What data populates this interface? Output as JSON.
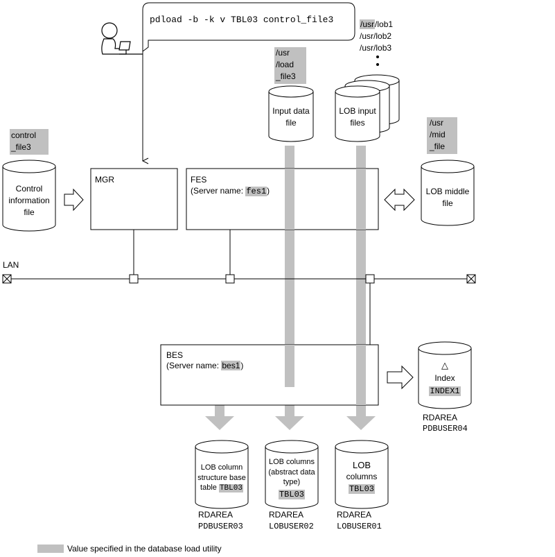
{
  "command": {
    "text": "pdload -b -k v TBL03 control_file3"
  },
  "lob_paths": {
    "items": [
      {
        "prefix": "/usr",
        "rest": "/lob1"
      },
      {
        "prefix": "/usr",
        "rest": "/lob2"
      },
      {
        "prefix": "/usr",
        "rest": "/lob3"
      }
    ]
  },
  "input_data_path": {
    "lines": [
      "/usr",
      "/load",
      "_file3"
    ]
  },
  "control_path": {
    "lines": [
      "control",
      "_file3"
    ]
  },
  "mid_path": {
    "lines": [
      "/usr",
      "/mid",
      "_file"
    ]
  },
  "cylinders": {
    "input_data": "Input data file",
    "lob_input": "LOB input files",
    "control_info": "Control information file",
    "lob_middle": "LOB middle file"
  },
  "servers": {
    "mgr": {
      "label": "MGR"
    },
    "fes": {
      "label": "FES",
      "prefix": "(Server name: ",
      "name": "fes1",
      "suffix": ")"
    },
    "bes": {
      "label": "BES",
      "prefix": "(Server name: ",
      "name": "bes1",
      "suffix": ")"
    }
  },
  "lan": {
    "label": "LAN"
  },
  "index": {
    "symbol": "△",
    "label": "Index",
    "name": "INDEX1",
    "rdarea_label": "RDAREA",
    "rdarea_name": "PDBUSER04"
  },
  "tables": [
    {
      "lines": [
        "LOB column",
        "structure base",
        "table"
      ],
      "name": "TBL03",
      "rdarea_label": "RDAREA",
      "rdarea_name": "PDBUSER03"
    },
    {
      "lines": [
        "LOB columns",
        "(abstract data",
        "type)"
      ],
      "name": "TBL03",
      "rdarea_label": "RDAREA",
      "rdarea_name": "LOBUSER02"
    },
    {
      "lines": [
        "LOB",
        "columns"
      ],
      "name": "TBL03",
      "rdarea_label": "RDAREA",
      "rdarea_name": "LOBUSER01"
    }
  ],
  "legend": {
    "text": "Value specified in the database load utility"
  },
  "colors": {
    "highlight": "#c0c0c0",
    "flow": "#c0c0c0",
    "line": "#000000"
  }
}
